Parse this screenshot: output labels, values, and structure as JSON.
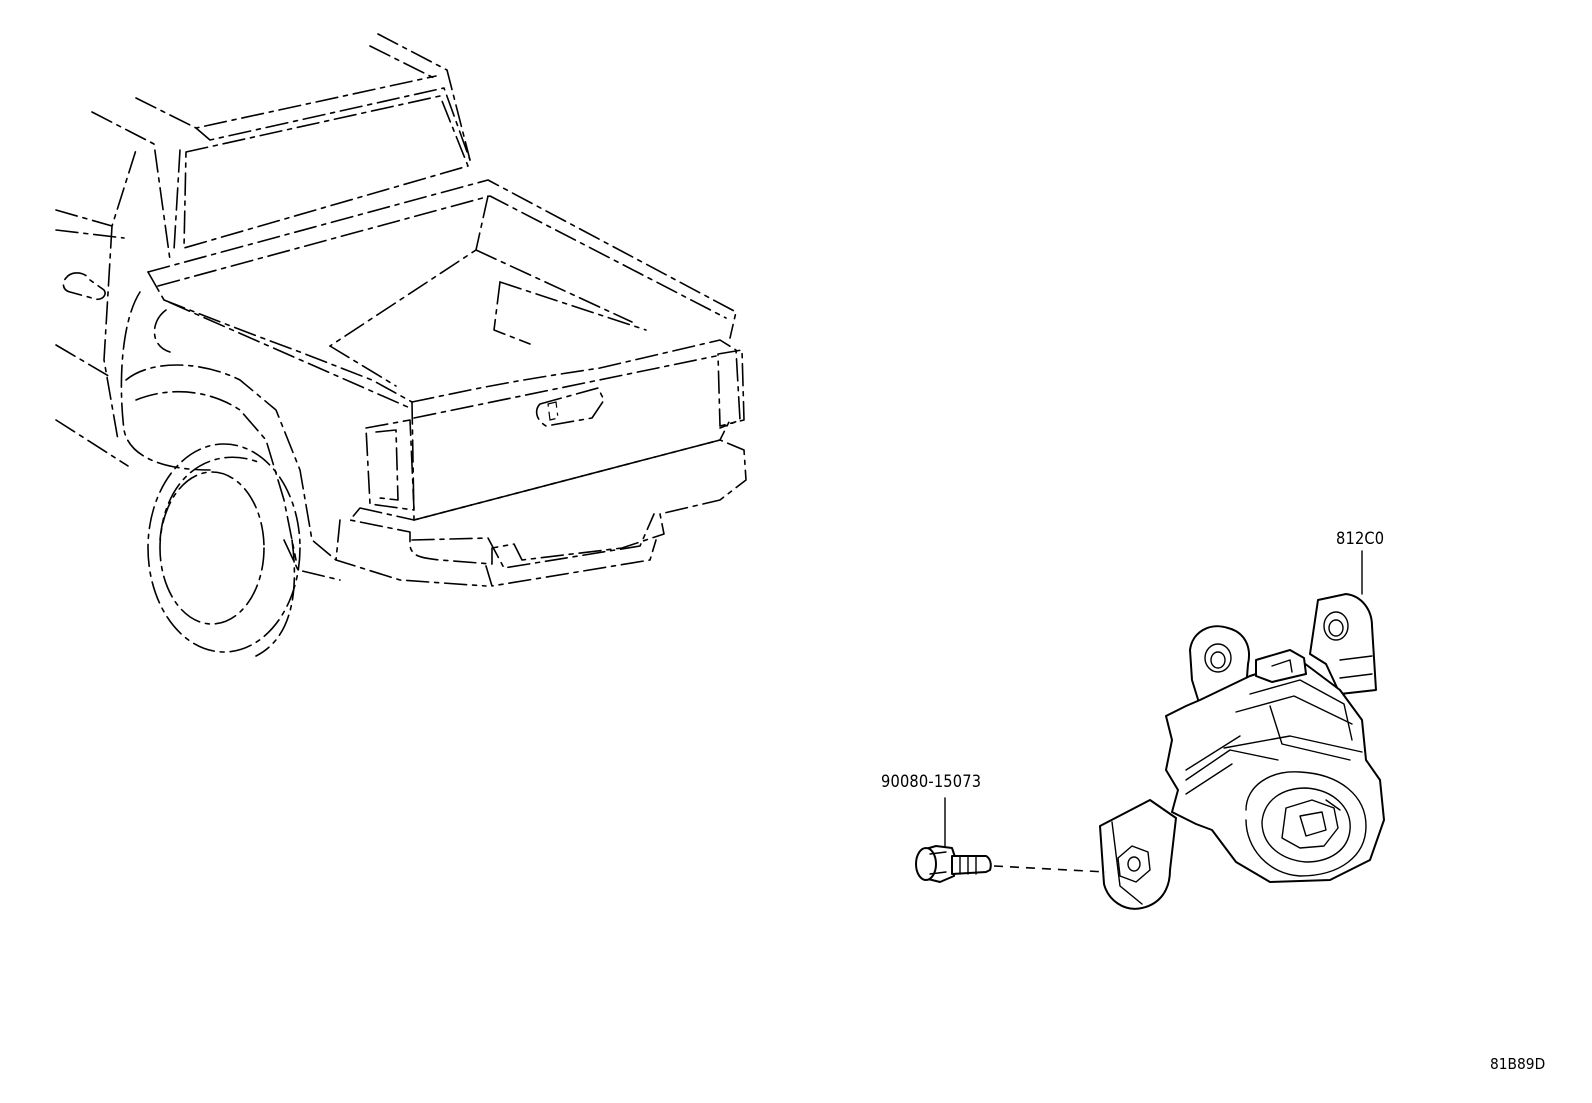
{
  "diagram": {
    "parts": [
      {
        "id": "camera",
        "label": "812C0",
        "icon": "rear-view-camera-icon"
      },
      {
        "id": "bolt",
        "label": "90080-15073",
        "icon": "flange-bolt-icon"
      }
    ],
    "reference_code": "81B89D",
    "vehicle_icon": "pickup-truck-rear-icon"
  }
}
